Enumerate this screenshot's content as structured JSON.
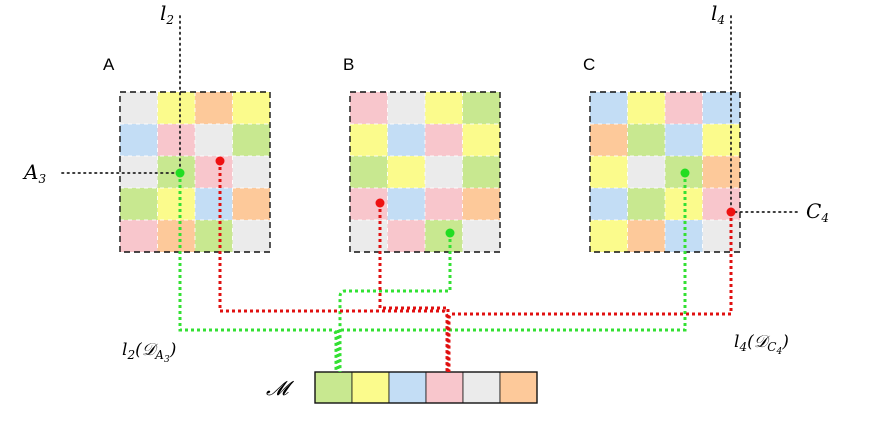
{
  "colors": {
    "gray": "#ebebeb",
    "yellow": "#fbfb8c",
    "orange": "#fdc99a",
    "blue": "#c3ddf5",
    "pink": "#f8c6cc",
    "green": "#c8e890",
    "highlight_green": "#22dd22",
    "highlight_red": "#ee1111"
  },
  "grids": [
    {
      "label": "A",
      "cells": [
        [
          "gray",
          "yellow",
          "orange",
          "yellow"
        ],
        [
          "blue",
          "pink",
          "gray",
          "green"
        ],
        [
          "gray",
          "green",
          "pink",
          "gray"
        ],
        [
          "green",
          "yellow",
          "blue",
          "orange"
        ],
        [
          "pink",
          "orange",
          "green",
          "gray"
        ]
      ]
    },
    {
      "label": "B",
      "cells": [
        [
          "pink",
          "gray",
          "yellow",
          "green"
        ],
        [
          "yellow",
          "blue",
          "pink",
          "yellow"
        ],
        [
          "green",
          "yellow",
          "gray",
          "green"
        ],
        [
          "pink",
          "blue",
          "pink",
          "orange"
        ],
        [
          "gray",
          "pink",
          "green",
          "gray"
        ]
      ]
    },
    {
      "label": "C",
      "cells": [
        [
          "blue",
          "yellow",
          "pink",
          "blue"
        ],
        [
          "orange",
          "green",
          "blue",
          "yellow"
        ],
        [
          "yellow",
          "gray",
          "green",
          "orange"
        ],
        [
          "blue",
          "green",
          "yellow",
          "pink"
        ],
        [
          "yellow",
          "orange",
          "blue",
          "gray"
        ]
      ]
    }
  ],
  "memory": {
    "label": "𝓜",
    "cells": [
      "green",
      "yellow",
      "blue",
      "pink",
      "gray",
      "orange"
    ]
  },
  "labels": {
    "l2": {
      "base": "l",
      "sub": "2"
    },
    "l4": {
      "base": "l",
      "sub": "4"
    },
    "a3": {
      "base": "A",
      "sub": "3"
    },
    "c4": {
      "base": "C",
      "sub": "4"
    },
    "l2_set": {
      "base": "l",
      "sub": "2",
      "paren_open": "(",
      "script": "𝒟",
      "set_sub": "A",
      "set_subsub": "3",
      "paren_close": ")"
    },
    "l4_set": {
      "base": "l",
      "sub": "4",
      "paren_open": "(",
      "script": "𝒟",
      "set_sub": "C",
      "set_subsub": "4",
      "paren_close": ")"
    }
  }
}
